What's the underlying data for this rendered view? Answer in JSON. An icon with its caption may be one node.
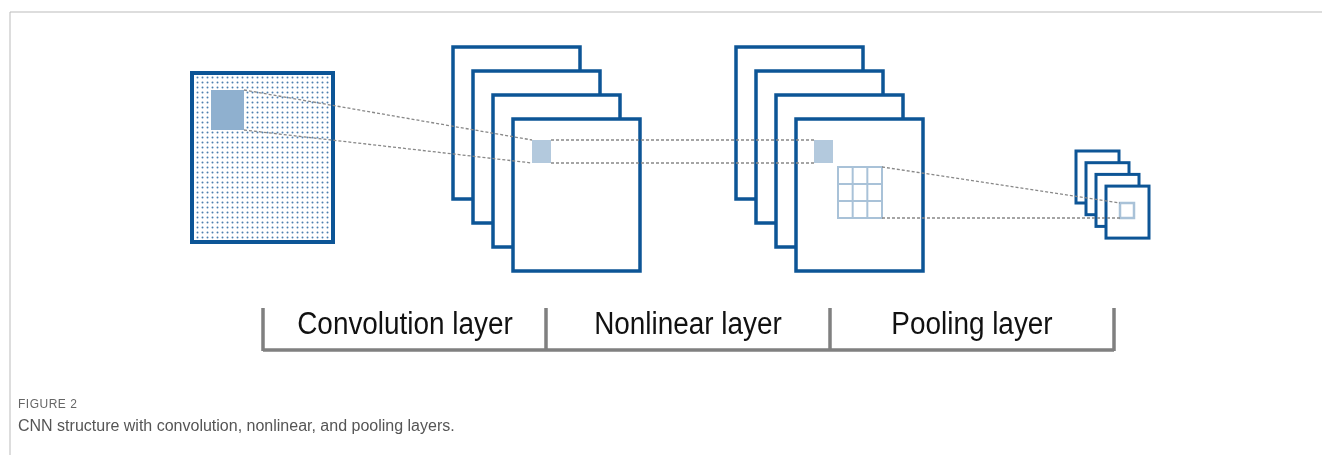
{
  "diagram": {
    "title": "FIGURE 2",
    "caption": "CNN structure with convolution, nonlinear, and pooling layers.",
    "nodes": [
      {
        "text": [],
        "shape": "box"
      },
      {
        "text": [],
        "shape": "box"
      },
      {
        "text": [],
        "shape": "box"
      },
      {
        "text": [],
        "shape": "box"
      },
      {
        "text": [],
        "shape": "box"
      }
    ],
    "edges": [
      {
        "from": 0,
        "to": 1,
        "arrow": "none",
        "style": "dashed"
      },
      {
        "from": 0,
        "to": 1,
        "arrow": "none",
        "style": "dashed"
      },
      {
        "from": 1,
        "to": 2,
        "arrow": "none",
        "style": "dashed"
      },
      {
        "from": 1,
        "to": 2,
        "arrow": "none",
        "style": "dashed"
      },
      {
        "from": 3,
        "to": 4,
        "arrow": "none",
        "style": "dashed"
      },
      {
        "from": 3,
        "to": 4,
        "arrow": "none",
        "style": "dashed"
      }
    ],
    "labels": [
      "Convolution layer",
      "Nonlinear layer",
      "Pooling layer"
    ]
  }
}
